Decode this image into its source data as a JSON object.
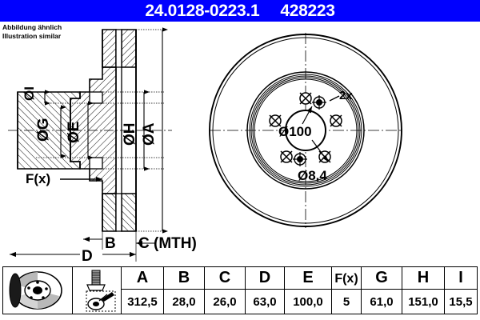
{
  "header": {
    "part_number": "24.0128-0223.1",
    "article_number": "428223",
    "background_color": "#0000ff",
    "text_color": "#ffffff"
  },
  "notice": {
    "line_de": "Abbildung ähnlich",
    "line_en": "Illustration similar"
  },
  "drawing": {
    "section_view": {
      "labels": [
        {
          "id": "dia-I",
          "text": "ØI"
        },
        {
          "id": "dia-G",
          "text": "ØG"
        },
        {
          "id": "dia-E",
          "text": "ØE"
        },
        {
          "id": "dia-H",
          "text": "ØH"
        },
        {
          "id": "dia-A",
          "text": "ØA"
        },
        {
          "id": "force",
          "text": "F(x)"
        },
        {
          "id": "dim-B",
          "text": "B"
        },
        {
          "id": "dim-C",
          "text": "C (MTH)"
        },
        {
          "id": "dim-D",
          "text": "D"
        }
      ]
    },
    "face_view": {
      "labels": [
        {
          "id": "holes-count",
          "text": "2x"
        },
        {
          "id": "pitch-circle",
          "text": "Ø100"
        },
        {
          "id": "hole-diameter",
          "text": "Ø8,4"
        }
      ]
    }
  },
  "table": {
    "icons": [
      {
        "name": "brake-disc-icon",
        "alt": "brake-disc"
      },
      {
        "name": "bolt-and-tool-icon",
        "alt": "bolt-and-tool"
      }
    ],
    "headers": [
      "A",
      "B",
      "C",
      "D",
      "E",
      "F(x)",
      "G",
      "H",
      "I"
    ],
    "values": [
      "312,5",
      "28,0",
      "26,0",
      "63,0",
      "100,0",
      "5",
      "61,0",
      "151,0",
      "15,5"
    ]
  }
}
